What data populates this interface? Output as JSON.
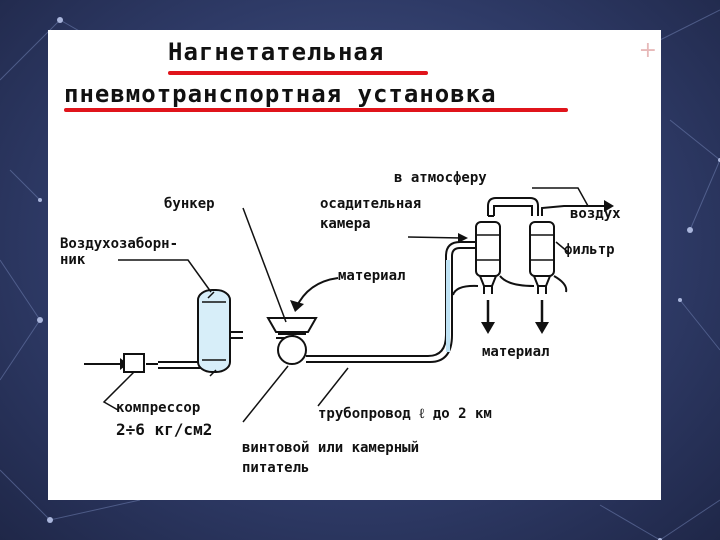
{
  "title": {
    "line1": "Нагнетательная",
    "line2": "пневмотранспортная установка"
  },
  "labels": {
    "atmosphere": "в атмосферу",
    "settling_chamber_1": "осадительная",
    "settling_chamber_2": "камера",
    "air": "воздух",
    "bunker": "бункер",
    "air_intake_1": "Воздухозаборн-",
    "air_intake_2": "ник",
    "material_top": "материал",
    "filter": "фильтр",
    "material_bottom": "материал",
    "compressor": "компрессор",
    "pressure": "2÷6 кг/см2",
    "pipeline": "трубопровод ℓ до 2 км",
    "feeder_1": "винтовой или камерный",
    "feeder_2": "питатель"
  },
  "colors": {
    "underline": "#e0141b",
    "pipe_fill": "#d7eef9",
    "ink": "#111111"
  }
}
